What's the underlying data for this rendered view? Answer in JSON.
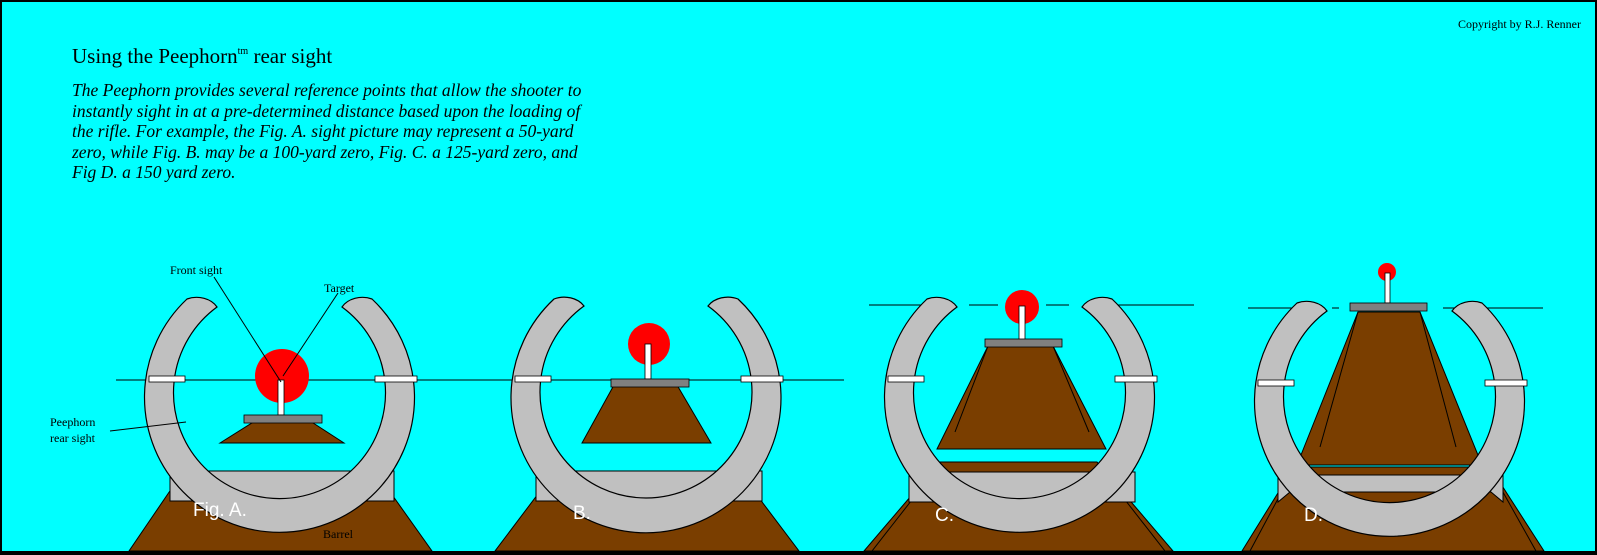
{
  "header": {
    "title_prefix": "Using the Peephorn",
    "title_tm": "tm",
    "title_suffix": " rear sight",
    "copyright": "Copyright by R.J. Renner",
    "description": "The Peephorn provides several reference points that allow the shooter to instantly sight in at a pre-determined distance based upon the loading of the rifle. For example, the Fig. A. sight picture may represent a 50-yard zero, while Fig. B. may be a 100-yard zero, Fig. C. a 125-yard zero, and Fig D. a 150 yard zero."
  },
  "labels": {
    "front_sight": "Front sight",
    "target": "Target",
    "peephorn_line1": "Peephorn",
    "peephorn_line2": "rear sight",
    "barrel": "Barrel"
  },
  "figures": [
    {
      "label": "Fig. A."
    },
    {
      "label": "B."
    },
    {
      "label": "C."
    },
    {
      "label": "D."
    }
  ],
  "colors": {
    "background": "#00FFFF",
    "sight_gray": "#C0C0C0",
    "barrel_brown": "#7A3E00",
    "target_red": "#FF0000",
    "blade_gray": "#808080",
    "outline": "#000000"
  }
}
